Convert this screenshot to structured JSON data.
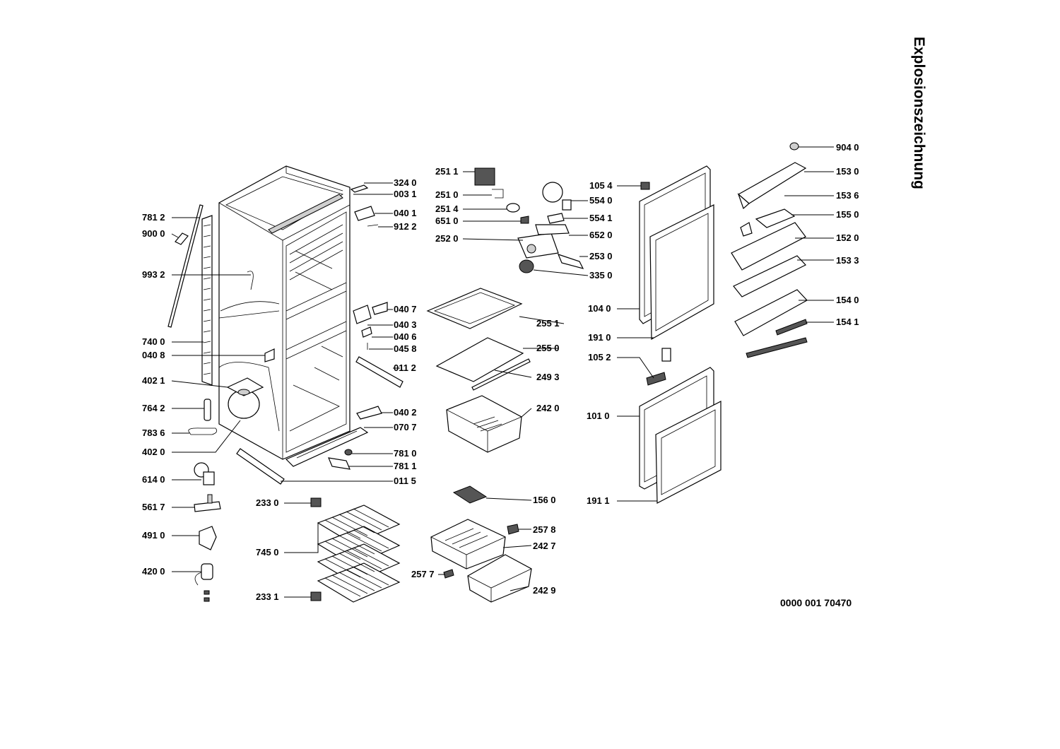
{
  "title": "Explosionszeichnung",
  "document_number": "0000 001 70470",
  "callouts": [
    {
      "id": "324",
      "text": "324 0"
    },
    {
      "id": "003",
      "text": "003 1"
    },
    {
      "id": "0401",
      "text": "040 1"
    },
    {
      "id": "912",
      "text": "912 2"
    },
    {
      "id": "7812",
      "text": "781 2"
    },
    {
      "id": "900",
      "text": "900 0"
    },
    {
      "id": "993",
      "text": "993 2"
    },
    {
      "id": "740",
      "text": "740 0"
    },
    {
      "id": "0408",
      "text": "040 8"
    },
    {
      "id": "4021",
      "text": "402 1"
    },
    {
      "id": "764",
      "text": "764 2"
    },
    {
      "id": "783",
      "text": "783 6"
    },
    {
      "id": "4020",
      "text": "402 0"
    },
    {
      "id": "614",
      "text": "614 0"
    },
    {
      "id": "561",
      "text": "561 7"
    },
    {
      "id": "491",
      "text": "491 0"
    },
    {
      "id": "420",
      "text": "420 0"
    },
    {
      "id": "0407",
      "text": "040 7"
    },
    {
      "id": "0403",
      "text": "040 3"
    },
    {
      "id": "0406",
      "text": "040 6"
    },
    {
      "id": "045",
      "text": "045 8"
    },
    {
      "id": "0112",
      "text": "011 2"
    },
    {
      "id": "0402",
      "text": "040 2"
    },
    {
      "id": "070",
      "text": "070 7"
    },
    {
      "id": "7810",
      "text": "781 0"
    },
    {
      "id": "7811",
      "text": "781 1"
    },
    {
      "id": "0115",
      "text": "011 5"
    },
    {
      "id": "2330",
      "text": "233 0"
    },
    {
      "id": "745",
      "text": "745 0"
    },
    {
      "id": "2331",
      "text": "233 1"
    },
    {
      "id": "2511",
      "text": "251 1"
    },
    {
      "id": "2510",
      "text": "251 0"
    },
    {
      "id": "2514",
      "text": "251 4"
    },
    {
      "id": "651",
      "text": "651 0"
    },
    {
      "id": "252",
      "text": "252 0"
    },
    {
      "id": "5540",
      "text": "554 0"
    },
    {
      "id": "5541",
      "text": "554 1"
    },
    {
      "id": "652",
      "text": "652 0"
    },
    {
      "id": "253",
      "text": "253 0"
    },
    {
      "id": "335",
      "text": "335 0"
    },
    {
      "id": "2551",
      "text": "255 1"
    },
    {
      "id": "2550",
      "text": "255 0"
    },
    {
      "id": "249",
      "text": "249 3"
    },
    {
      "id": "2420",
      "text": "242 0"
    },
    {
      "id": "156",
      "text": "156 0"
    },
    {
      "id": "2578",
      "text": "257 8"
    },
    {
      "id": "2427",
      "text": "242 7"
    },
    {
      "id": "2577",
      "text": "257 7"
    },
    {
      "id": "2429",
      "text": "242 9"
    },
    {
      "id": "1054",
      "text": "105 4"
    },
    {
      "id": "1040",
      "text": "104 0"
    },
    {
      "id": "1910",
      "text": "191 0"
    },
    {
      "id": "1052",
      "text": "105 2"
    },
    {
      "id": "1010",
      "text": "101 0"
    },
    {
      "id": "1911",
      "text": "191 1"
    },
    {
      "id": "904",
      "text": "904 0"
    },
    {
      "id": "1530",
      "text": "153 0"
    },
    {
      "id": "1536",
      "text": "153 6"
    },
    {
      "id": "155",
      "text": "155 0"
    },
    {
      "id": "152",
      "text": "152 0"
    },
    {
      "id": "1533",
      "text": "153 3"
    },
    {
      "id": "1540",
      "text": "154 0"
    },
    {
      "id": "1541",
      "text": "154 1"
    }
  ]
}
